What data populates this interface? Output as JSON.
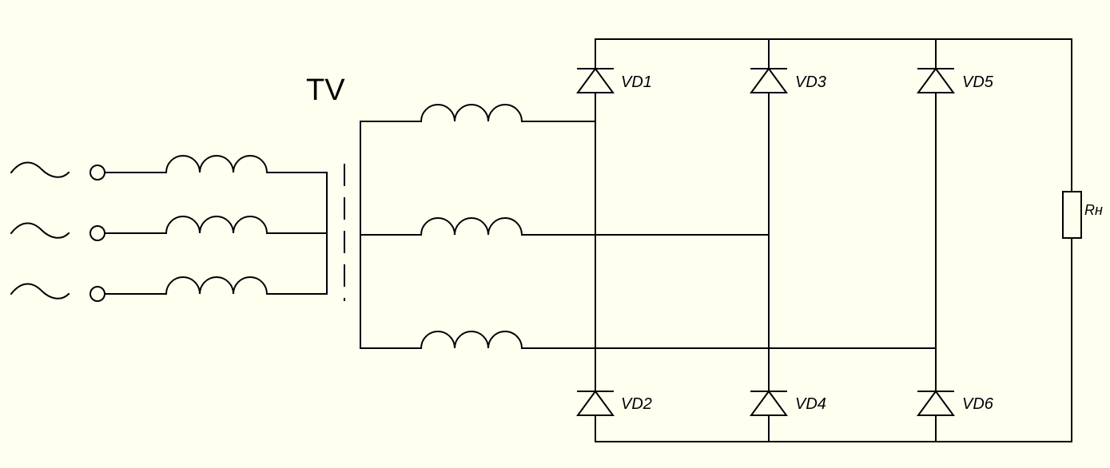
{
  "colors": {
    "background": "#fffff0",
    "stroke": "#000000"
  },
  "diagram": {
    "transformer_label": "TV",
    "diodes": {
      "vd1": "VD1",
      "vd2": "VD2",
      "vd3": "VD3",
      "vd4": "VD4",
      "vd5": "VD5",
      "vd6": "VD6"
    },
    "load_label": "Rн"
  }
}
